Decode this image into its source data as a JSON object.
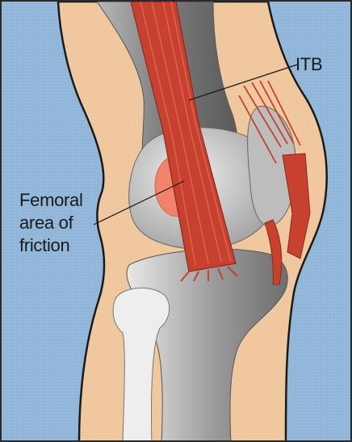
{
  "labels": {
    "itb": "ITB",
    "femoral_line1": "Femoral",
    "femoral_line2": "area of",
    "femoral_line3": "friction"
  },
  "colors": {
    "background": "#8fb6d8",
    "skin": "#f0c9a0",
    "bone": "#d4d4d4",
    "bone_shadow": "#8c8c8c",
    "muscle": "#c8412f",
    "friction_area": "#f2836b",
    "outline": "#1a1a1a"
  }
}
